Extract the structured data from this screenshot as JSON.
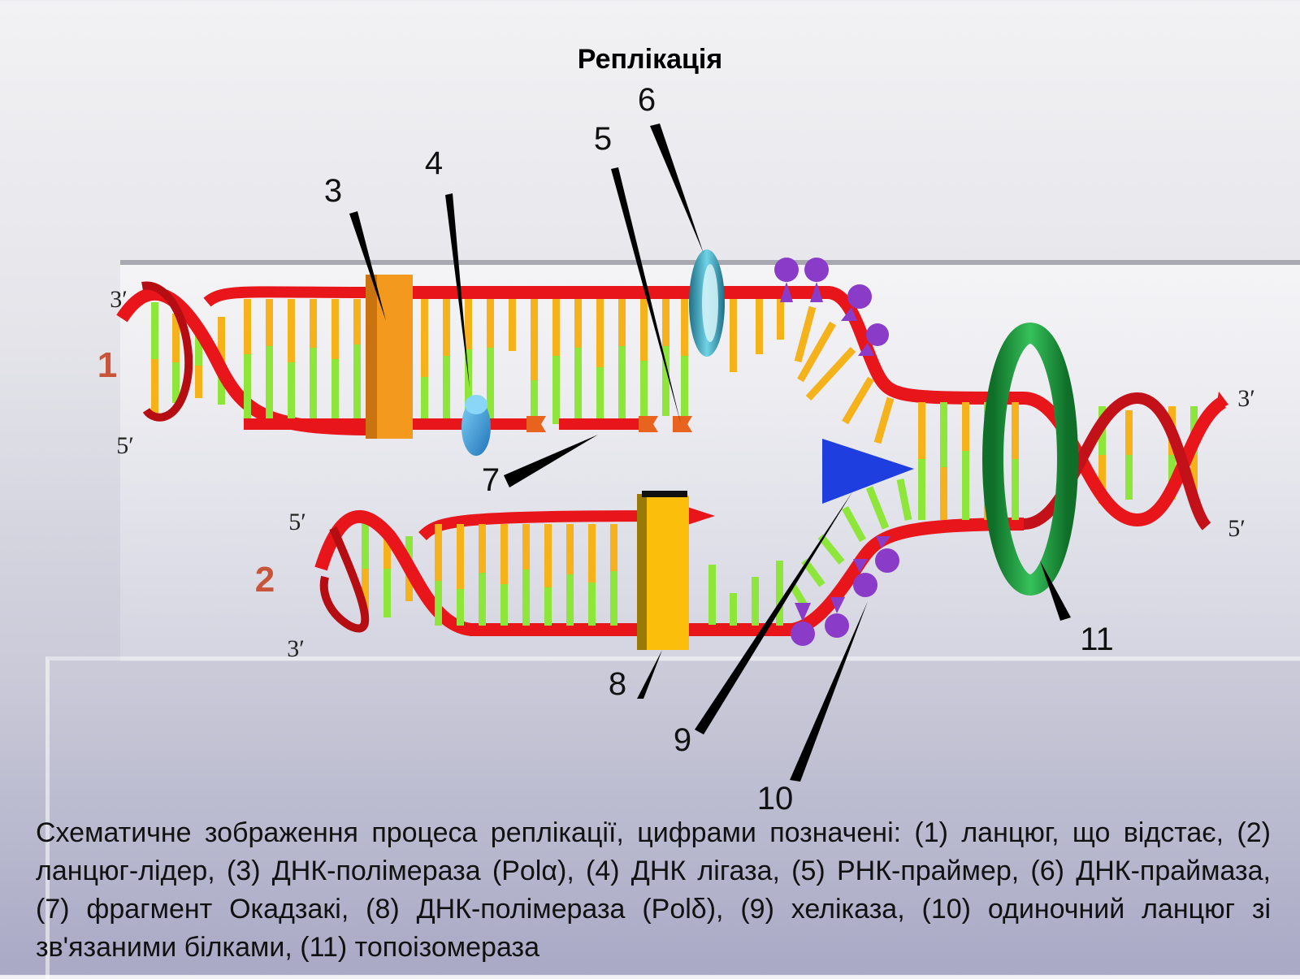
{
  "title": "Реплікація",
  "labels": {
    "n1": "1",
    "n2": "2",
    "n3": "3",
    "n4": "4",
    "n5": "5",
    "n6": "6",
    "n7": "7",
    "n8": "8",
    "n9": "9",
    "n10": "10",
    "n11": "11"
  },
  "ends": {
    "s1_top": "3′",
    "s1_bot": "5′",
    "s2_top": "5′",
    "s2_bot": "3′",
    "right_top": "3′",
    "right_bot": "5′"
  },
  "caption": "Схематичне зображення процеса реплікації, цифрами позначені: (1) ланцюг, що відстає, (2) ланцюг-лідер, (3) ДНК-полімераза (Polα), (4) ДНК лігаза, (5) РНК-праймер, (6) ДНК-праймаза, (7) фрагмент Окадзакі, (8) ДНК-полімераза (Polδ), (9) хеліказа, (10) одиночний ланцюг зі зв'язаними білками, (11) топоізомераза",
  "colors": {
    "backbone": "#e8151b",
    "base_orange": "#f5b21a",
    "base_green": "#8ee63a",
    "polymerase_alpha": "#f39a1e",
    "polymerase_delta": "#fbbf0b",
    "ligase": "#3a9bd6",
    "primase": "#2a9bb0",
    "primer": "#e8641e",
    "helicase": "#1f3ee0",
    "ssb_protein": "#8a3cc8",
    "topoisomerase": "#1c9a3c"
  }
}
